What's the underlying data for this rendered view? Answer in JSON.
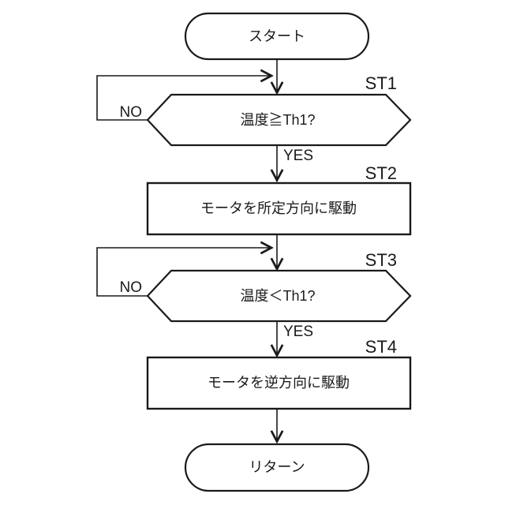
{
  "diagram": {
    "type": "flowchart",
    "background": "#ffffff",
    "line_color": "#1a1a1a",
    "nodes": {
      "start": {
        "type": "terminal",
        "label": "スタート"
      },
      "st1": {
        "type": "decision",
        "step_label": "ST1",
        "label": "温度≧Th1?"
      },
      "st2": {
        "type": "process",
        "step_label": "ST2",
        "label": "モータを所定方向に駆動"
      },
      "st3": {
        "type": "decision",
        "step_label": "ST3",
        "label": "温度＜Th1?"
      },
      "st4": {
        "type": "process",
        "step_label": "ST4",
        "label": "モータを逆方向に駆動"
      },
      "end": {
        "type": "terminal",
        "label": "リターン"
      }
    },
    "branch_labels": {
      "st1_yes": "YES",
      "st1_no": "NO",
      "st3_yes": "YES",
      "st3_no": "NO"
    }
  }
}
